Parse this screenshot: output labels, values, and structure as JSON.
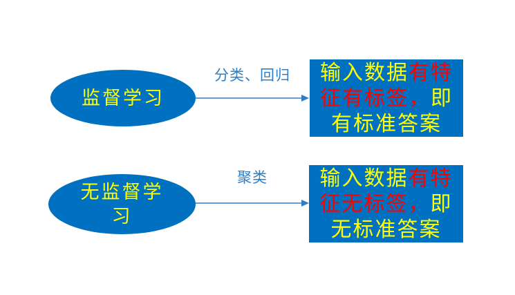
{
  "colors": {
    "shape_blue": "#0070C0",
    "yellow": "#FFFF00",
    "red": "#FF0000",
    "arrow_blue": "#2E7EC6",
    "background": "#FFFFFF"
  },
  "rows": [
    {
      "ellipse": {
        "lines": [
          "监督学习"
        ]
      },
      "arrow": {
        "label": "分类、回归"
      },
      "box": {
        "lines": [
          {
            "segments": [
              {
                "text": "输入数据",
                "color": "yellow"
              },
              {
                "text": "有特",
                "color": "red"
              }
            ]
          },
          {
            "segments": [
              {
                "text": "征有标签，",
                "color": "red"
              },
              {
                "text": "即",
                "color": "yellow"
              }
            ]
          },
          {
            "segments": [
              {
                "text": "有标准答案",
                "color": "yellow"
              }
            ]
          }
        ]
      }
    },
    {
      "ellipse": {
        "lines": [
          "无监督学",
          "习"
        ]
      },
      "arrow": {
        "label": "聚类"
      },
      "box": {
        "lines": [
          {
            "segments": [
              {
                "text": "输入数据",
                "color": "yellow"
              },
              {
                "text": "有特",
                "color": "red"
              }
            ]
          },
          {
            "segments": [
              {
                "text": "征无标签，",
                "color": "red"
              },
              {
                "text": "即",
                "color": "yellow"
              }
            ]
          },
          {
            "segments": [
              {
                "text": "无标准答案",
                "color": "yellow"
              }
            ]
          }
        ]
      }
    }
  ]
}
